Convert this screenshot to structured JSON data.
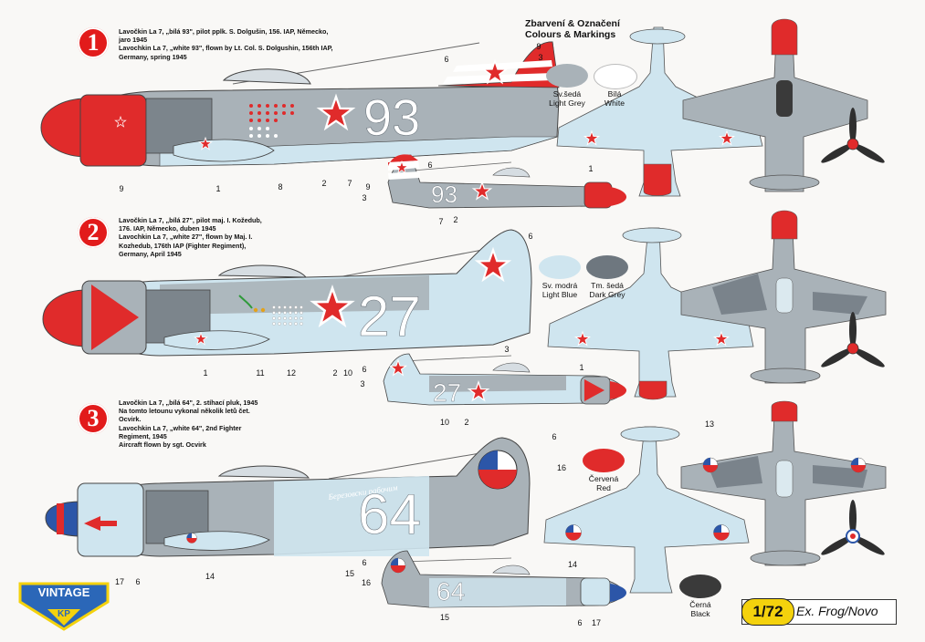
{
  "colors": {
    "red": "#e02b2b",
    "light_grey": "#a9b2b8",
    "white": "#ffffff",
    "light_blue": "#cfe5ef",
    "dark_grey": "#6e777f",
    "black": "#3a3a3a",
    "logo_blue": "#2b67b8",
    "scale_yellow": "#f4d20d"
  },
  "legend": {
    "title_cz": "Zbarvení & Označení",
    "title_en": "Colours & Markings",
    "swatches": [
      {
        "id": "light-grey",
        "cz": "Sv.šedá",
        "en": "Light Grey",
        "color": "#a9b2b8"
      },
      {
        "id": "white",
        "cz": "Bílá",
        "en": "White",
        "color": "#ffffff"
      },
      {
        "id": "light-blue",
        "cz": "Sv. modrá",
        "en": "Light Blue",
        "color": "#cfe5ef"
      },
      {
        "id": "dark-grey",
        "cz": "Tm. šedá",
        "en": "Dark Grey",
        "color": "#6e777f"
      },
      {
        "id": "red",
        "cz": "Červená",
        "en": "Red",
        "color": "#e02b2b"
      },
      {
        "id": "black",
        "cz": "Černá",
        "en": "Black",
        "color": "#3a3a3a"
      }
    ]
  },
  "schemes": [
    {
      "number": "1",
      "caption_lines": [
        "Lavočkin La 7, „bílá 93\", pilot pplk. S. Dolgušin, 156. IAP, Německo,",
        "jaro 1945",
        "Lavochkin La 7, „white 93\", flown by Lt. Col. S. Dolgushin, 156th IAP,",
        "Germany, spring 1945"
      ],
      "aircraft_code": "93"
    },
    {
      "number": "2",
      "caption_lines": [
        "Lavočkin La 7, „bílá 27\", pilot maj. I. Kožedub,",
        "176. IAP, Německo, duben 1945",
        "Lavochkin La 7, „white 27\", flown by Maj. I.",
        "Kozhedub, 176th IAP (Fighter Regiment),",
        "Germany, April 1945"
      ],
      "aircraft_code": "27"
    },
    {
      "number": "3",
      "caption_lines": [
        "Lavočkin La 7, „bílá 64\", 2. stíhací pluk, 1945",
        "Na tomto letounu vykonal několik letů čet.",
        "Ocvirk.",
        "Lavochkin La 7, „white 64\", 2nd Fighter",
        "Regiment, 1945",
        "Aircraft flown by sgt. Ocvirk"
      ],
      "aircraft_code": "64",
      "fuselage_script": "Березовски рабочим"
    }
  ],
  "callouts": {
    "s1": [
      "9",
      "1",
      "8",
      "2",
      "7",
      "6",
      "9",
      "3",
      "9",
      "6",
      "3",
      "7",
      "2",
      "1"
    ],
    "s2": [
      "6",
      "1",
      "11",
      "12",
      "2",
      "10",
      "3",
      "6",
      "3",
      "10",
      "2",
      "1"
    ],
    "s3": [
      "6",
      "16",
      "17",
      "6",
      "14",
      "15",
      "6",
      "16",
      "15",
      "6",
      "17",
      "13",
      "14"
    ]
  },
  "logo": {
    "top": "VINTAGE",
    "bottom": "KP"
  },
  "scale": {
    "ratio": "1/72",
    "note": "Ex. Frog/Novo"
  }
}
